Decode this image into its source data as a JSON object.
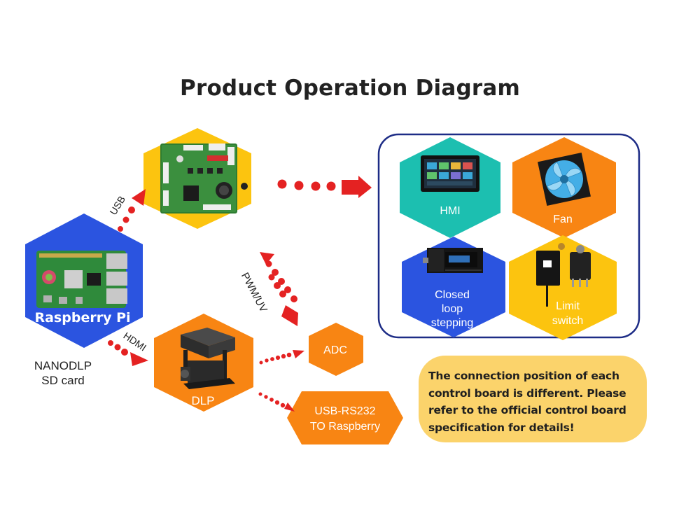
{
  "title": "Product Operation Diagram",
  "colors": {
    "yellow": "#fcc40f",
    "blue": "#2b54e0",
    "orange": "#f88513",
    "teal": "#1cbfb0",
    "arrow_red": "#e42222",
    "frame_blue": "#1d2c86",
    "note_bg": "#fbd36b"
  },
  "nodes": {
    "raspberry_pi": {
      "label": "Raspberry Pi",
      "icon": "raspberry-pi-board-icon"
    },
    "control_board": {
      "label": "",
      "icon": "control-board-icon"
    },
    "dlp": {
      "label": "DLP",
      "icon": "dlp-projector-icon"
    },
    "adc": {
      "label": "ADC"
    },
    "usb_rs232": {
      "label_line1": "USB-RS232",
      "label_line2": "TO Raspberry"
    }
  },
  "peripherals": {
    "hmi": {
      "label": "HMI",
      "icon": "touchscreen-icon"
    },
    "fan": {
      "label": "Fan",
      "icon": "fan-icon"
    },
    "stepper": {
      "label_lines": [
        "Closed",
        "loop",
        "stepping"
      ],
      "icon": "stepper-motor-icon"
    },
    "limit_switch": {
      "label_lines": [
        "Limit",
        "switch"
      ],
      "icon": "limit-switch-icon"
    }
  },
  "connections": {
    "usb": "USB",
    "hdmi": "HDMI",
    "pwm_uv": "PWM/UV"
  },
  "storage": {
    "line1": "NANODLP",
    "line2": "SD card"
  },
  "note": "The connection position of each control board is different. Please refer to the official control board specification for details!"
}
